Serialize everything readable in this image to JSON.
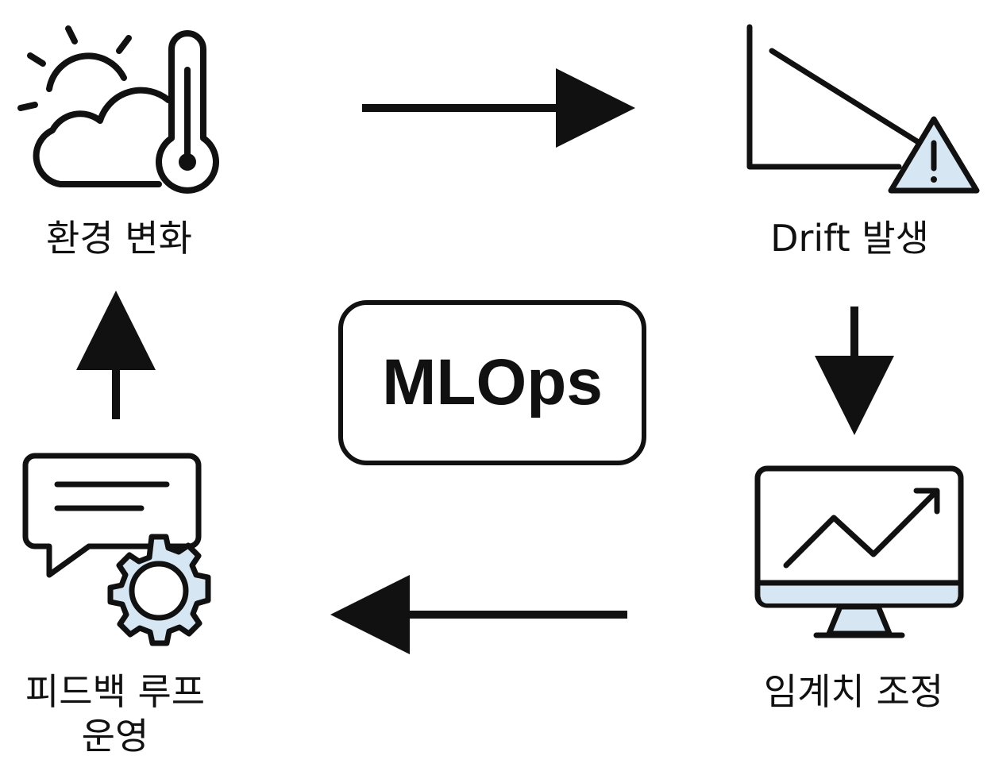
{
  "center": {
    "title": "MLOps"
  },
  "nodes": {
    "env": {
      "label": "환경 변화",
      "icon": "cloud-thermometer-icon"
    },
    "drift": {
      "label": "Drift 발생",
      "icon": "drift-warning-icon"
    },
    "threshold": {
      "label": "임계치 조정",
      "icon": "monitor-chart-icon"
    },
    "feedback": {
      "label": "피드백 루프 운영",
      "icon": "chat-gear-icon"
    }
  },
  "colors": {
    "stroke": "#111111",
    "accent_fill": "#d6e6f3"
  }
}
